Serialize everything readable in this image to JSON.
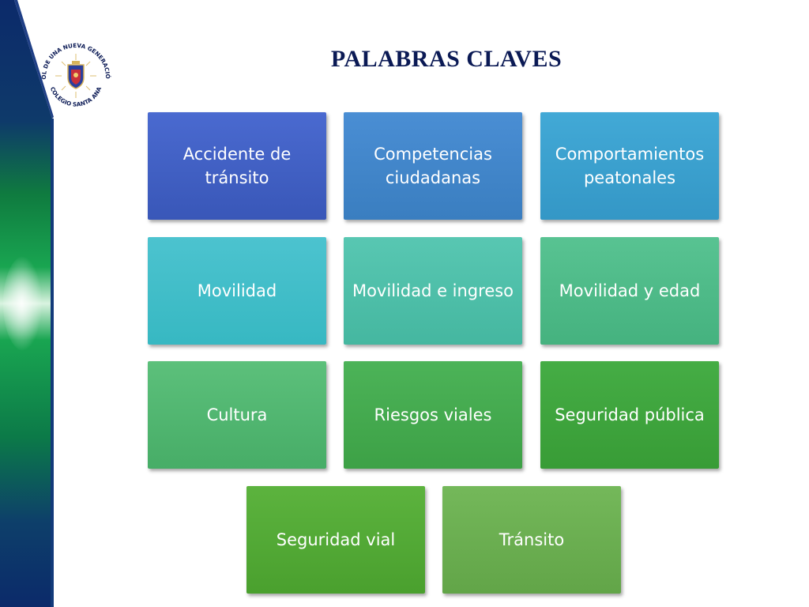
{
  "slide": {
    "title": "PALABRAS CLAVES"
  },
  "logo": {
    "arc_top_text": "SOL DE UNA NUEVA GENERACIÓN",
    "arc_bottom_text": "COLEGIO SANTA ANA"
  },
  "keywords": [
    {
      "label": "Accidente de tránsito",
      "color_top": "#4a6ad0",
      "color_bottom": "#3957b8"
    },
    {
      "label": "Competencias ciudadanas",
      "color_top": "#4a8ed4",
      "color_bottom": "#3a7ec0"
    },
    {
      "label": "Comportamientos peatonales",
      "color_top": "#42a9d6",
      "color_bottom": "#3497c6"
    },
    {
      "label": "Movilidad",
      "color_top": "#4cc3cf",
      "color_bottom": "#37b8c2"
    },
    {
      "label": "Movilidad e ingreso",
      "color_top": "#58c7b2",
      "color_bottom": "#45b7a0"
    },
    {
      "label": "Movilidad y edad",
      "color_top": "#58c392",
      "color_bottom": "#45b27f"
    },
    {
      "label": "Cultura",
      "color_top": "#5cc07b",
      "color_bottom": "#47ad67"
    },
    {
      "label": "Riesgos viales",
      "color_top": "#4cb358",
      "color_bottom": "#3da146"
    },
    {
      "label": "Seguridad pública",
      "color_top": "#45ad45",
      "color_bottom": "#389c36"
    },
    {
      "label": "Seguridad vial",
      "color_top": "#5cb33e",
      "color_bottom": "#4aa02e"
    },
    {
      "label": "Tránsito",
      "color_top": "#74b85a",
      "color_bottom": "#62a548"
    }
  ]
}
